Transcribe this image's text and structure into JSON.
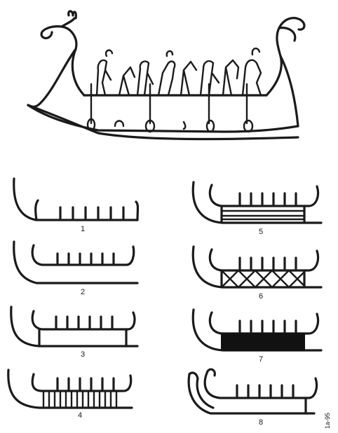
{
  "figure": {
    "main_drawing": "longship-with-crew-and-oars",
    "variants": [
      {
        "number": "1",
        "type": "hull-line-with-stems-and-crew-strokes"
      },
      {
        "number": "2",
        "type": "double-line-hull-with-crew-strokes"
      },
      {
        "number": "3",
        "type": "double-line-hull-open-box"
      },
      {
        "number": "4",
        "type": "hull-with-vertical-hatching"
      },
      {
        "number": "5",
        "type": "hull-with-horizontal-lines"
      },
      {
        "number": "6",
        "type": "hull-with-cross-hatching"
      },
      {
        "number": "7",
        "type": "solid-filled-hull"
      },
      {
        "number": "8",
        "type": "hull-with-curved-extended-keel"
      }
    ],
    "side_note": "1a-95"
  }
}
